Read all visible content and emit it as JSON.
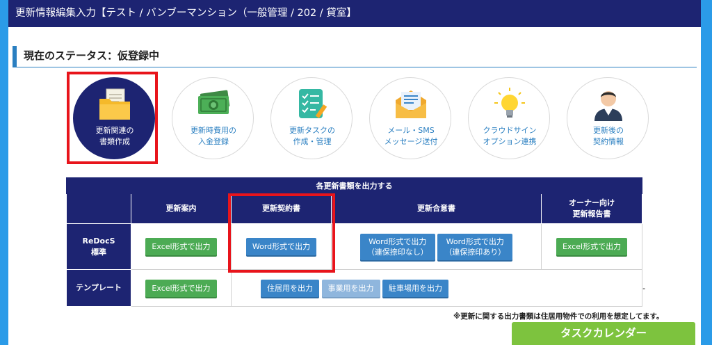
{
  "header": {
    "title": "更新情報編集入力【テスト / バンブーマンション（一般管理 / 202 / 貸室】"
  },
  "status": {
    "label": "現在のステータス：仮登録中"
  },
  "steps": [
    {
      "line1": "更新関連の",
      "line2": "書類作成",
      "icon": "folder-documents-icon",
      "active": true
    },
    {
      "line1": "更新時費用の",
      "line2": "入金登録",
      "icon": "banknote-icon",
      "active": false
    },
    {
      "line1": "更新タスクの",
      "line2": "作成・管理",
      "icon": "checklist-pencil-icon",
      "active": false
    },
    {
      "line1": "メール・SMS",
      "line2": "メッセージ送付",
      "icon": "envelope-icon",
      "active": false
    },
    {
      "line1": "クラウドサイン",
      "line2": "オプション連携",
      "icon": "lightbulb-icon",
      "active": false
    },
    {
      "line1": "更新後の",
      "line2": "契約情報",
      "icon": "person-icon",
      "active": false
    }
  ],
  "table": {
    "title": "各更新書類を出力する",
    "columns": {
      "notice": "更新案内",
      "contract": "更新契約書",
      "agreement": "更新合意書",
      "owner_line1": "オーナー向け",
      "owner_line2": "更新報告書"
    },
    "rows": {
      "redocs_line1": "ReDocS",
      "redocs_line2": "標準",
      "template": "テンプレート"
    },
    "buttons": {
      "redocs_notice_excel": "Excel形式で出力",
      "redocs_contract_word": "Word形式で出力",
      "redocs_agree_nostamp_l1": "Word形式で出力",
      "redocs_agree_nostamp_l2": "（連保捺印なし）",
      "redocs_agree_stamp_l1": "Word形式で出力",
      "redocs_agree_stamp_l2": "（連保捺印あり）",
      "redocs_owner_excel": "Excel形式で出力",
      "template_notice_excel": "Excel形式で出力",
      "template_residential": "住居用を出力",
      "template_business": "事業用を出力",
      "template_parking": "駐車場用を出力",
      "template_owner_value": "-"
    }
  },
  "note": "※更新に関する出力書類は住居用物件での利用を想定してます。",
  "task_calendar": "タスクカレンダー",
  "colors": {
    "navy": "#1d2472",
    "accent_blue": "#2a7fc1",
    "green": "#4cab54",
    "highlight_red": "#e8141b",
    "task_green": "#7dc33e"
  }
}
